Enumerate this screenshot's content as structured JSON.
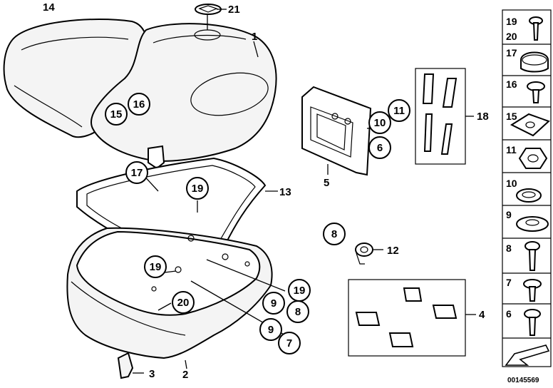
{
  "callouts": {
    "n1": "1",
    "n2": "2",
    "n3": "3",
    "n4": "4",
    "n5": "5",
    "n12": "12",
    "n13": "13",
    "n14": "14",
    "n18": "18",
    "n21": "21"
  },
  "circled": {
    "c15": "15",
    "c16": "16",
    "c17": "17",
    "c19a": "19",
    "c19b": "19",
    "c19c": "19",
    "c20": "20",
    "c9a": "9",
    "c8a": "8",
    "c9b": "9",
    "c7": "7",
    "c11": "11",
    "c10": "10",
    "c6": "6",
    "c8b": "8"
  },
  "sidebar": {
    "items": [
      {
        "label": "19",
        "label2": "20"
      },
      {
        "label": "17"
      },
      {
        "label": "16"
      },
      {
        "label": "15"
      },
      {
        "label": "11"
      },
      {
        "label": "10"
      },
      {
        "label": "9"
      },
      {
        "label": "8"
      },
      {
        "label": "7"
      },
      {
        "label": "6"
      }
    ]
  },
  "reference": "00145569"
}
